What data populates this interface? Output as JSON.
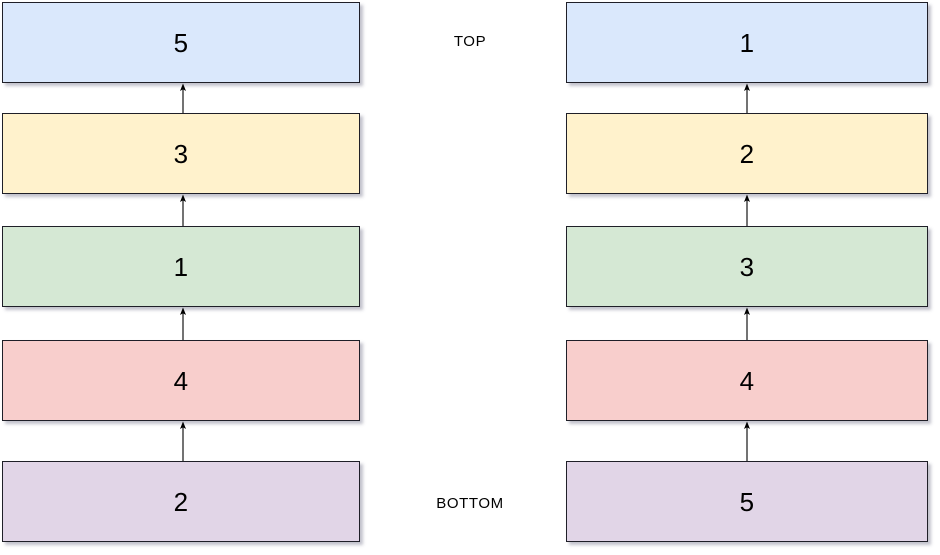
{
  "diagram": {
    "type": "two-stack-flow",
    "center_labels": {
      "top": "TOP",
      "bottom": "BOTTOM"
    },
    "palette": {
      "blue": "#dae8fc",
      "yellow": "#fff2cc",
      "green": "#d5e8d4",
      "red": "#f8cecc",
      "purple": "#e1d5e7",
      "border": "#1f1f28",
      "background": "#ffffff"
    },
    "stacks": [
      {
        "name": "left-stack",
        "boxes": [
          {
            "label": "5",
            "color": "blue"
          },
          {
            "label": "3",
            "color": "yellow"
          },
          {
            "label": "1",
            "color": "green"
          },
          {
            "label": "4",
            "color": "red"
          },
          {
            "label": "2",
            "color": "purple"
          }
        ],
        "arrows": [
          {
            "from": "2",
            "to": "4",
            "direction": "up"
          },
          {
            "from": "4",
            "to": "1",
            "direction": "up"
          },
          {
            "from": "1",
            "to": "3",
            "direction": "up"
          },
          {
            "from": "3",
            "to": "5",
            "direction": "up"
          }
        ]
      },
      {
        "name": "right-stack",
        "boxes": [
          {
            "label": "1",
            "color": "blue"
          },
          {
            "label": "2",
            "color": "yellow"
          },
          {
            "label": "3",
            "color": "green"
          },
          {
            "label": "4",
            "color": "red"
          },
          {
            "label": "5",
            "color": "purple"
          }
        ],
        "arrows": [
          {
            "from": "5",
            "to": "4",
            "direction": "up"
          },
          {
            "from": "4",
            "to": "3",
            "direction": "up"
          },
          {
            "from": "3",
            "to": "2",
            "direction": "up"
          },
          {
            "from": "2",
            "to": "1",
            "direction": "up"
          }
        ]
      }
    ]
  }
}
